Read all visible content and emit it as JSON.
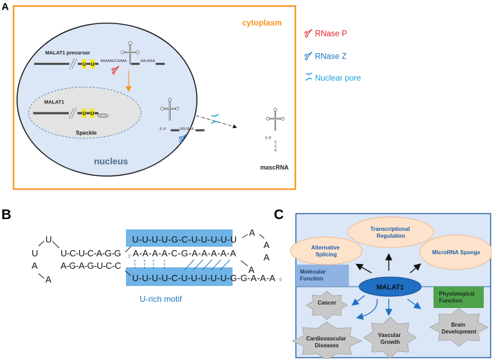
{
  "panel_a": {
    "label": "A",
    "cytoplasm": "cytoplasm",
    "nucleus": "nucleus",
    "speckle": "Speckle",
    "precursor_label": "MALAT1 precursor",
    "malat1_label": "MALAT1",
    "u1": "U",
    "u2": "U",
    "u3": "U",
    "u4": "U",
    "seq_upstream": "AAAAAGCAAAA",
    "seq_polya1": "AAUAAA",
    "seq_polya2": "AAUAAA",
    "five_p1": "5'-P",
    "five_p2": "5'-P",
    "cca": [
      "C",
      "C",
      "A"
    ],
    "mascrna": "mascRNA",
    "legend": [
      {
        "label": "RNase P",
        "icon": "scissors-icon",
        "color": "#e8202a"
      },
      {
        "label": "RNase Z",
        "icon": "scissors-icon",
        "color": "#1a74c4"
      },
      {
        "label": "Nuclear pore",
        "icon": "nuclear-pore-icon",
        "color": "#1aa3dc"
      }
    ],
    "colors": {
      "border": "#f7941d",
      "nucleus_fill": "#dbe6f6",
      "speckle_fill": "#e3e3e3",
      "u_highlight": "#f5e71c"
    }
  },
  "panel_b": {
    "label": "B",
    "top_strand": "U-U-U-U-G-C-U-U-U-U-U",
    "middle_strand": "A-A-A-A-C-G-A-A-A-A-A",
    "bottom_strand": "U-U-U-U-C-U-U-U-U-U-G-G-A-A-A",
    "stem_top": "U-C-U-C-A-G-G",
    "stem_bottom": "A-G-A-G-U-C-C",
    "left_loop": [
      "U",
      "U",
      "A",
      "A"
    ],
    "right_loop": [
      "A",
      "A",
      "A",
      "A"
    ],
    "three_prime": "3'",
    "five_prime": "5'",
    "motif_label": "U-rich motif",
    "colors": {
      "motif_box": "#6fb4e6",
      "accent": "#1f77c4"
    }
  },
  "panel_c": {
    "label": "C",
    "center": "MALAT1",
    "molecular_function": "Molecular Function",
    "physiological_function": "Physiological Function",
    "molecular": [
      "Alternative Splicing",
      "Transcriptional Regulation",
      "MicroRNA Sponge"
    ],
    "physiological": [
      "Cancer",
      "Cardiovascular Diseases",
      "Vascular Growth",
      "Brain Development"
    ],
    "colors": {
      "background": "#dbe6f6",
      "ellipse": "#fde3cc",
      "center": "#1f6fc5",
      "molecular_box": "#8fb4e3",
      "physiological_box": "#4ea24a",
      "star": "#c8c8c8"
    }
  }
}
